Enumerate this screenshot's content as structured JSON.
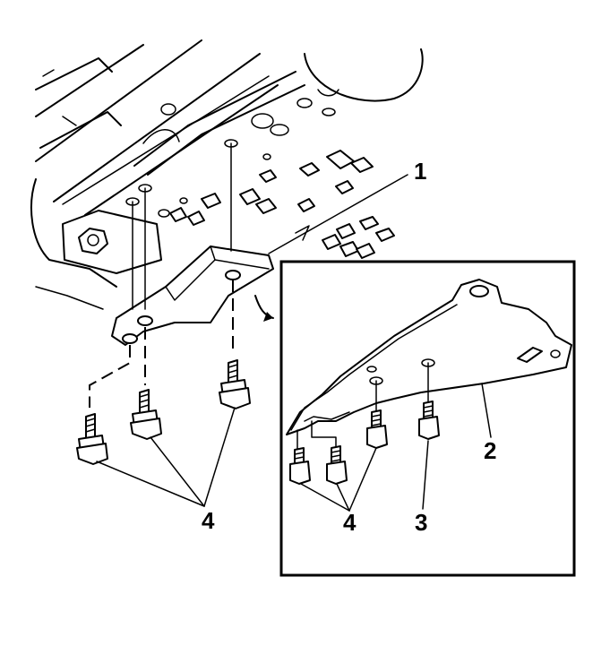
{
  "callouts": {
    "bracket_main": "1",
    "bracket_inset": "2",
    "bolt_single": "3",
    "bolts_group_main": "4",
    "bolts_group_inset": "4"
  }
}
